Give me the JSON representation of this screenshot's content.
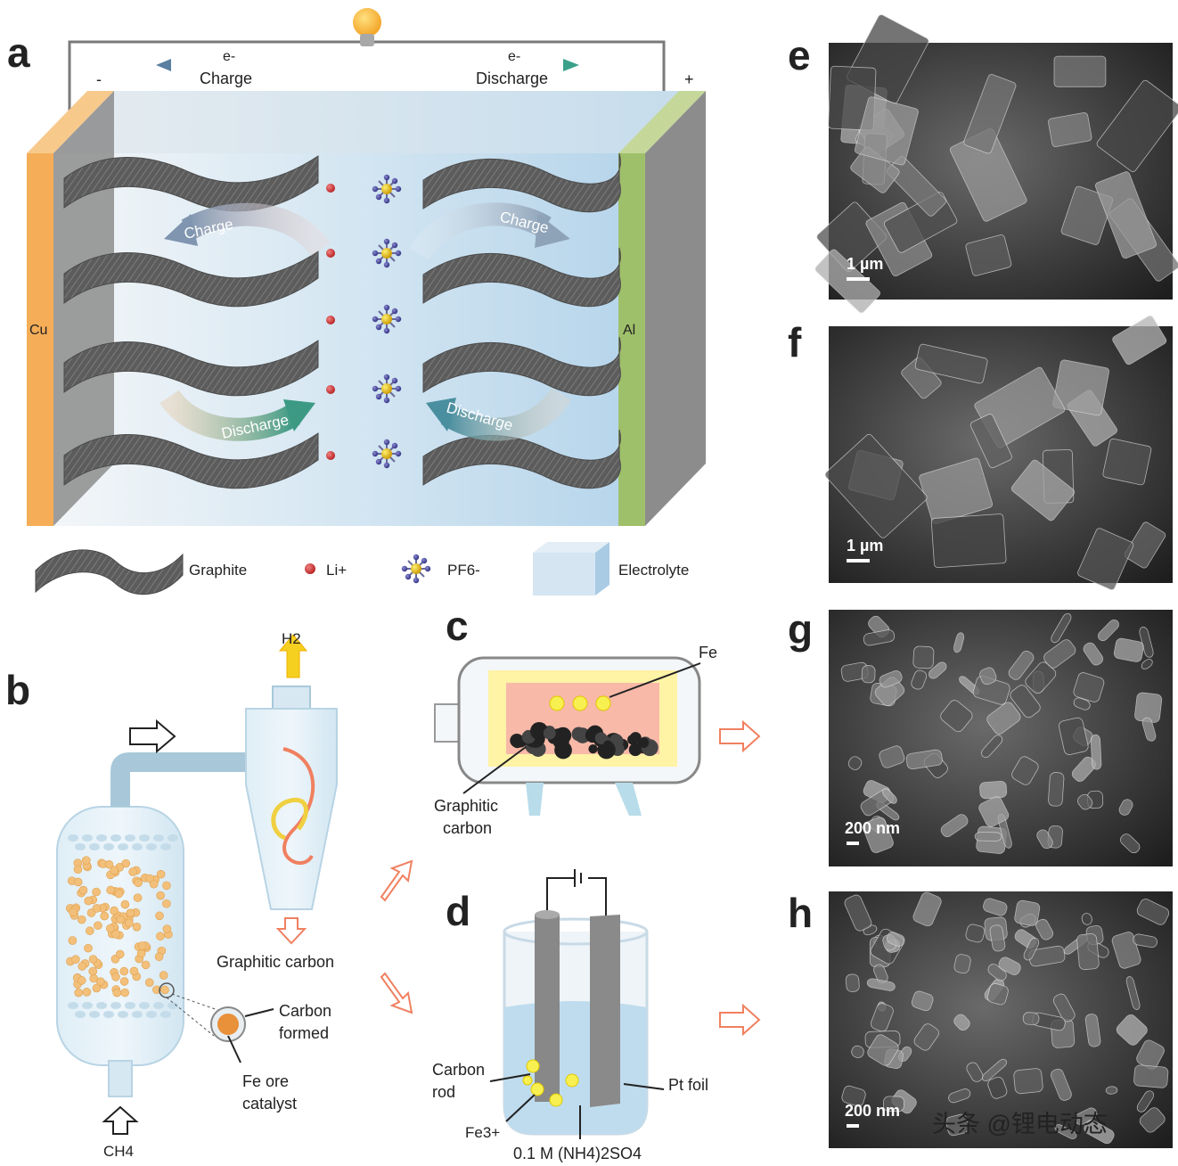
{
  "panels": {
    "a": "a",
    "b": "b",
    "c": "c",
    "d": "d",
    "e": "e",
    "f": "f",
    "g": "g",
    "h": "h"
  },
  "panel_a": {
    "electron_left": "e-",
    "charge_top": "Charge",
    "electron_right": "e-",
    "discharge_top": "Discharge",
    "minus": "-",
    "plus": "+",
    "cu": "Cu",
    "al": "Al",
    "charge_arrow_left": "Charge",
    "charge_arrow_right": "Charge",
    "discharge_arrow_left": "Discharge",
    "discharge_arrow_right": "Discharge",
    "legend": {
      "graphite": "Graphite",
      "li": "Li+",
      "pf6": "PF6-",
      "electrolyte": "Electrolyte"
    }
  },
  "panel_b": {
    "h2": "H2",
    "ch4": "CH4",
    "graphitic_carbon": "Graphitic carbon",
    "carbon_formed_1": "Carbon",
    "carbon_formed_2": "formed",
    "fe_ore_1": "Fe ore",
    "fe_ore_2": "catalyst"
  },
  "panel_c": {
    "fe": "Fe",
    "graphitic_1": "Graphitic",
    "graphitic_2": "carbon"
  },
  "panel_d": {
    "carbon_rod_1": "Carbon",
    "carbon_rod_2": "rod",
    "pt_foil": "Pt foil",
    "fe3": "Fe3+",
    "electrolyte": "0.1 M (NH4)2SO4"
  },
  "sem": {
    "e_scale": "1 µm",
    "f_scale": "1 µm",
    "g_scale": "200 nm",
    "h_scale": "200 nm"
  },
  "watermark": "头条 @锂电动态"
}
